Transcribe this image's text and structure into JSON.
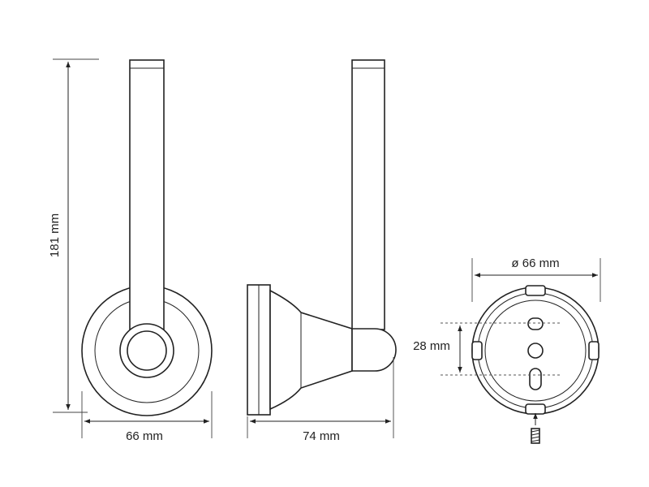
{
  "dimensions": {
    "height_label": "181 mm",
    "front_width_label": "66 mm",
    "side_depth_label": "74 mm",
    "back_diameter_label": "ø 66 mm",
    "hole_spacing_label": "28 mm"
  },
  "colors": {
    "line": "#222222",
    "background": "#ffffff"
  }
}
